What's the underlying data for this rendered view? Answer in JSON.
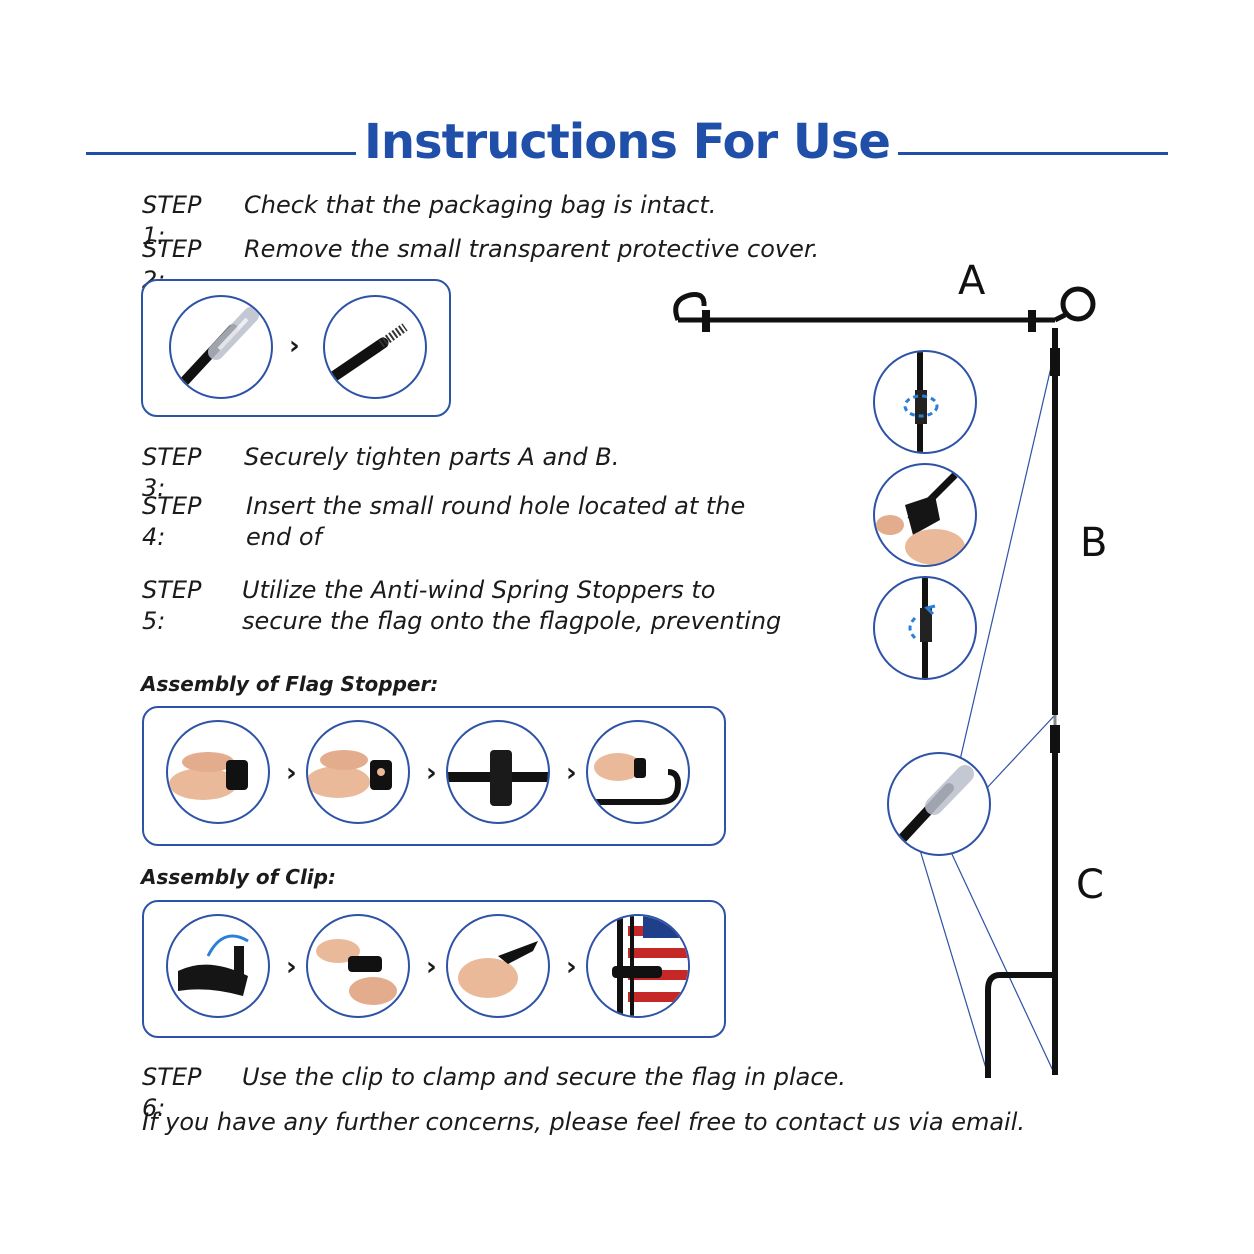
{
  "title": "Instructions For Use",
  "steps": [
    {
      "label": "STEP 1:",
      "lines": [
        "Check that the packaging bag is intact."
      ]
    },
    {
      "label": "STEP 2:",
      "lines": [
        "Remove the small transparent protective cover."
      ]
    },
    {
      "label": "STEP 3:",
      "lines": [
        "Securely tighten parts A and B."
      ]
    },
    {
      "label": "STEP 4:",
      "lines": [
        "Insert the small round hole located at the",
        "end of"
      ]
    },
    {
      "label": "STEP 5:",
      "lines": [
        "Utilize the Anti-wind Spring Stoppers to",
        "secure the flag onto the flagpole, preventing"
      ]
    },
    {
      "label": "STEP 6:",
      "lines": [
        "Use the clip to clamp and secure the flag in place."
      ]
    }
  ],
  "footer": "If you have any further concerns, please feel free to contact us via email.",
  "sections": {
    "stopper": "Assembly of Flag Stopper:",
    "clip": "Assembly of Clip:"
  },
  "parts": {
    "a": "A",
    "b": "B",
    "c": "C"
  },
  "arrow_glyph": "›",
  "colors": {
    "accent": "#1f4fa8",
    "pole": "#111111",
    "skin": "#e9b99a"
  }
}
